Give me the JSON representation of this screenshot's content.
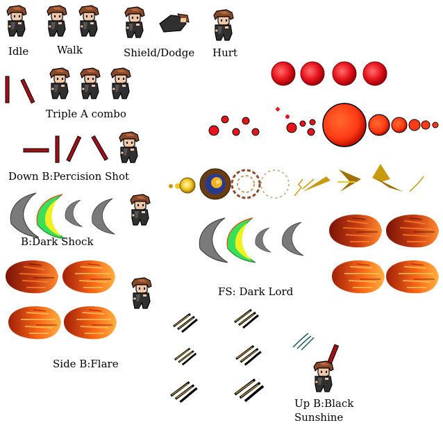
{
  "sheet": {
    "labels": {
      "idle": "Idle",
      "walk": "Walk",
      "shield_dodge": "Shield/Dodge",
      "hurt": "Hurt",
      "triple_a": "Triple A combo",
      "down_b": "Down B:Percision Shot",
      "b_dark_shock": "B:Dark Shock",
      "side_b": "Side B:Flare",
      "fs": "FS: Dark Lord",
      "up_b_line1": "Up B:Black",
      "up_b_line2": "Sunshine"
    },
    "colors": {
      "hair": "#8a4a2a",
      "hair_light": "#b86a3c",
      "skin": "#f0c8a8",
      "coat": "#303030",
      "coat_light": "#555555",
      "outline": "#000000",
      "red_orb": "#e8141c",
      "orange_orb": "#ff3a14",
      "gold": "#c89a10",
      "crescent_grey": "#7a7a7a",
      "crescent_green": "#38e05a",
      "crescent_yellow": "#f0f020",
      "flare_dark": "#7a1408",
      "flare_mid": "#c83c10",
      "flare_light": "#ff7a20",
      "blade_red": "#a01018"
    }
  }
}
